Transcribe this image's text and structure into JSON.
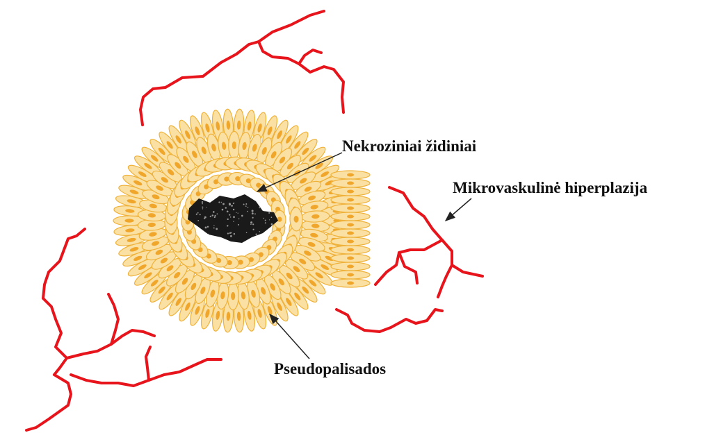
{
  "labels": {
    "necrosis": "Nekroziniai židiniai",
    "microvascular": "Mikrovaskulinė hiperplazija",
    "pseudopalisades": "Pseudopalisados"
  },
  "colors": {
    "vessel": "#e8141c",
    "cell_fill": "#fbe0a4",
    "cell_stroke": "#eeb23a",
    "nucleus": "#f0a62a",
    "necrosis": "#1a1a1a",
    "arrow": "#222222"
  }
}
